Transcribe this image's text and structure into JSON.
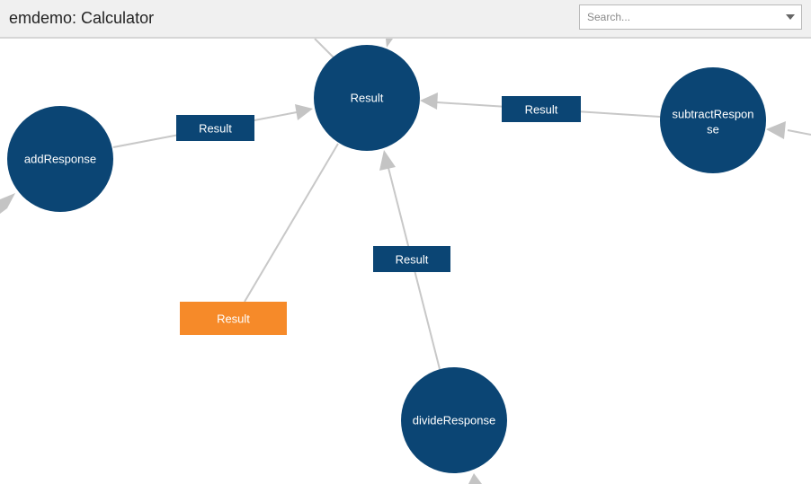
{
  "header": {
    "title": "emdemo: Calculator"
  },
  "search": {
    "placeholder": "Search...",
    "value": ""
  },
  "colors": {
    "node": "#0b4574",
    "highlight": "#f68a29",
    "edge": "#c8c8c8",
    "header_bg": "#f0f0f0"
  },
  "graph": {
    "nodes": {
      "result": "Result",
      "add": "addResponse",
      "subtract_line1": "subtractRespon",
      "subtract_line2": "se",
      "divide": "divideResponse"
    },
    "edge_labels": {
      "add_result": "Result",
      "subtract_result": "Result",
      "divide_result": "Result",
      "selected_result": "Result"
    }
  }
}
